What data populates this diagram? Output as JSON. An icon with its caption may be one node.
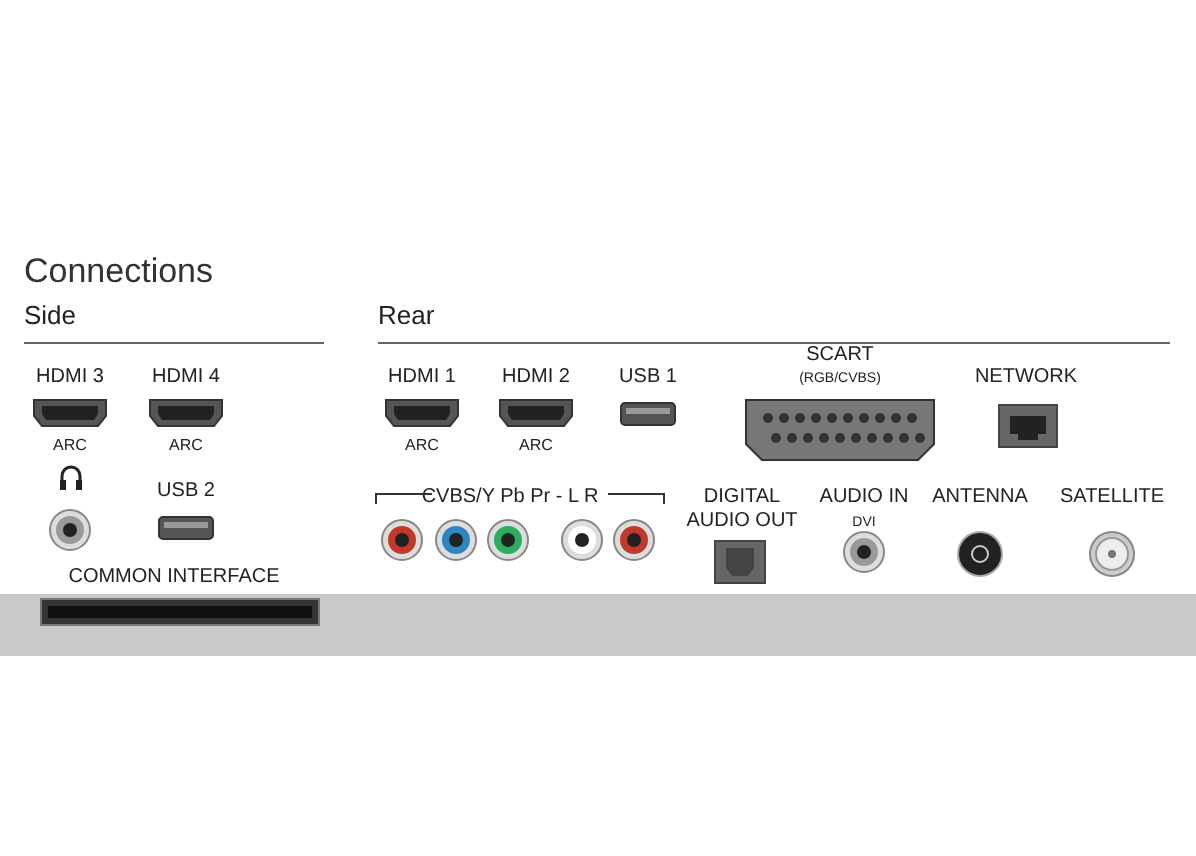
{
  "diagram": {
    "title": "Connections",
    "labels": [
      "Side",
      "Rear",
      "HDMI 3",
      "HDMI 4",
      "HDMI 1",
      "HDMI 2",
      "USB 1",
      "SCART",
      "(RGB/CVBS)",
      "NETWORK",
      "ARC",
      "ARC",
      "ARC",
      "ARC",
      "USB 2",
      "CVBS/Y Pb Pr - L R",
      "DIGITAL AUDIO OUT",
      "AUDIO IN",
      "ANTENNA",
      "SATELLITE",
      "DVI",
      "COMMON INTERFACE"
    ]
  }
}
